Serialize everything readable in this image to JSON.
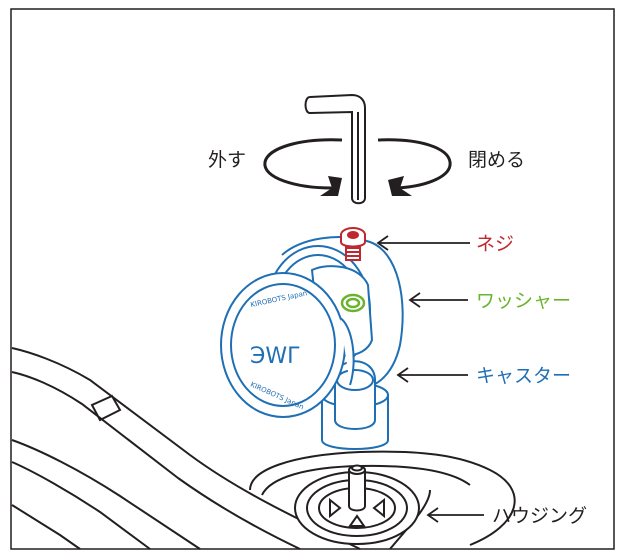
{
  "rotation": {
    "remove_label": "外す",
    "tighten_label": "閉める"
  },
  "parts": [
    {
      "id": "screw",
      "label": "ネジ",
      "color": "#c0282d"
    },
    {
      "id": "washer",
      "label": "ワッシャー",
      "color": "#6ab42d"
    },
    {
      "id": "caster",
      "label": "キャスター",
      "color": "#1f6fb5"
    },
    {
      "id": "housing",
      "label": "ハウジング",
      "color": "#231f20"
    }
  ],
  "caster_wheel": {
    "logo_text": "ЭWΓ",
    "rim_text_top": "KIROBOTS Japan",
    "rim_text_bottom": "KIROBOTS Japan"
  },
  "colors": {
    "outline": "#231f20",
    "caster": "#1f6fb5",
    "caster_fill": "#ffffff",
    "background": "#ffffff"
  }
}
